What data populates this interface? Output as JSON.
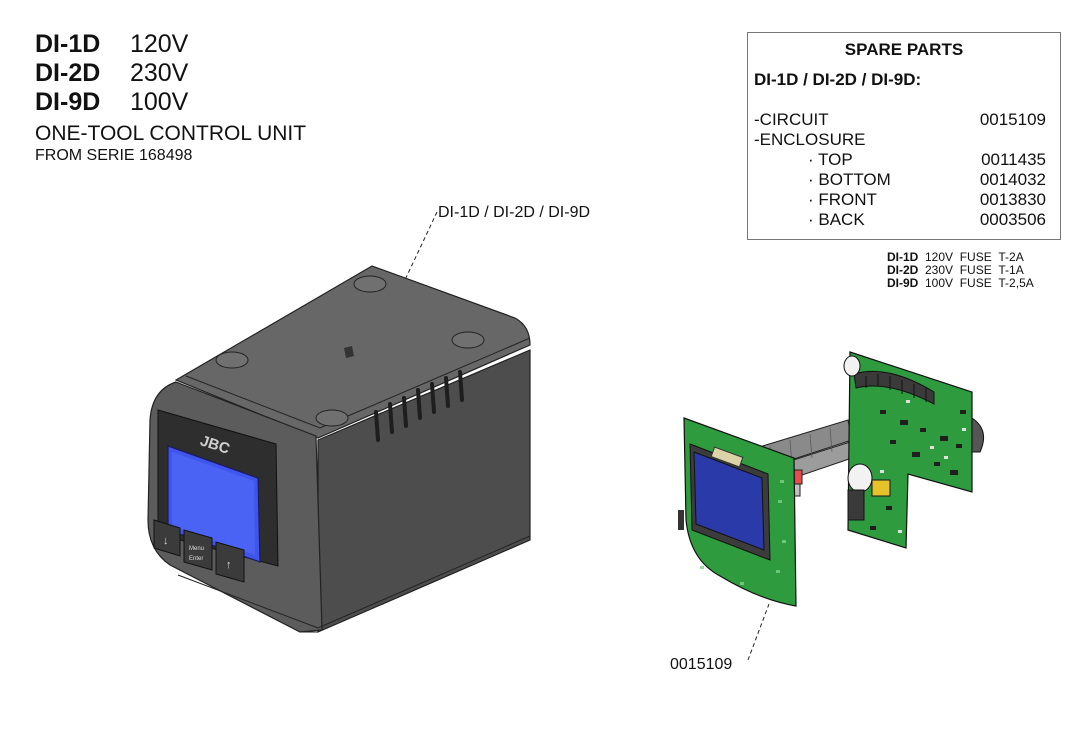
{
  "models": [
    {
      "code": "DI-1D",
      "voltage": "120V"
    },
    {
      "code": "DI-2D",
      "voltage": "230V"
    },
    {
      "code": "DI-9D",
      "voltage": "100V"
    }
  ],
  "title": "ONE-TOOL CONTROL UNIT",
  "subtitle": "FROM SERIE 168498",
  "spare_parts": {
    "title": "SPARE PARTS",
    "models_line": "DI-1D / DI-2D / DI-9D:",
    "rows": [
      {
        "label": "-CIRCUIT",
        "number": "0015109"
      },
      {
        "label": "-ENCLOSURE",
        "number": ""
      },
      {
        "label": "· TOP",
        "number": "0011435"
      },
      {
        "label": "· BOTTOM",
        "number": "0014032"
      },
      {
        "label": "· FRONT",
        "number": "0013830"
      },
      {
        "label": "· BACK",
        "number": "0003506"
      }
    ]
  },
  "fuses": [
    {
      "model": "DI-1D",
      "voltage": "120V",
      "fuse": "FUSE",
      "rating": "T-2A"
    },
    {
      "model": "DI-2D",
      "voltage": "230V",
      "fuse": "FUSE",
      "rating": "T-1A"
    },
    {
      "model": "DI-9D",
      "voltage": "100V",
      "fuse": "FUSE",
      "rating": "T-2,5A"
    }
  ],
  "callouts": {
    "unit": "DI-1D / DI-2D / DI-9D",
    "circuit": "0015109"
  },
  "unit_panel": {
    "logo": "JBC",
    "button_down": "↓",
    "button_menu_1": "Menu",
    "button_menu_2": "Enter",
    "button_up": "↑"
  },
  "colors": {
    "enclosure": "#5f5f5f",
    "enclosure_dark": "#4a4a4a",
    "screen": "#3f55ee",
    "pcb": "#2e9b3f"
  }
}
